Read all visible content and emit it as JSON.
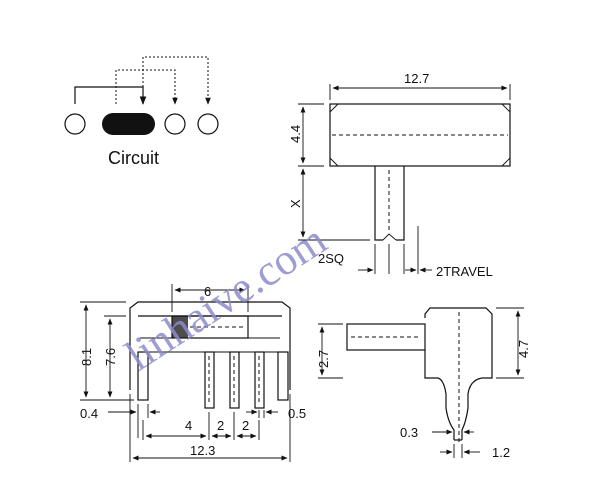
{
  "circuit": {
    "caption": "Circuit"
  },
  "top_view": {
    "width": "12.7",
    "height": "4.4",
    "lever_height": "X",
    "lever_size": "2SQ",
    "travel": "2TRAVEL"
  },
  "front_view": {
    "lever_width": "6",
    "height_total": "8.1",
    "height_body": "7.6",
    "pin_width": "0.4",
    "pin_spacing_a": "4",
    "pin_spacing_b": "2",
    "pin_spacing_c": "2",
    "pin_gap": "0.5",
    "length": "12.3"
  },
  "side_view": {
    "lever_height": "2.7",
    "body_height": "4.7",
    "pin_width": "0.3",
    "pin_length": "1.2"
  },
  "watermark": {
    "text": "linhaive.com",
    "color": "#8c8ccc"
  }
}
